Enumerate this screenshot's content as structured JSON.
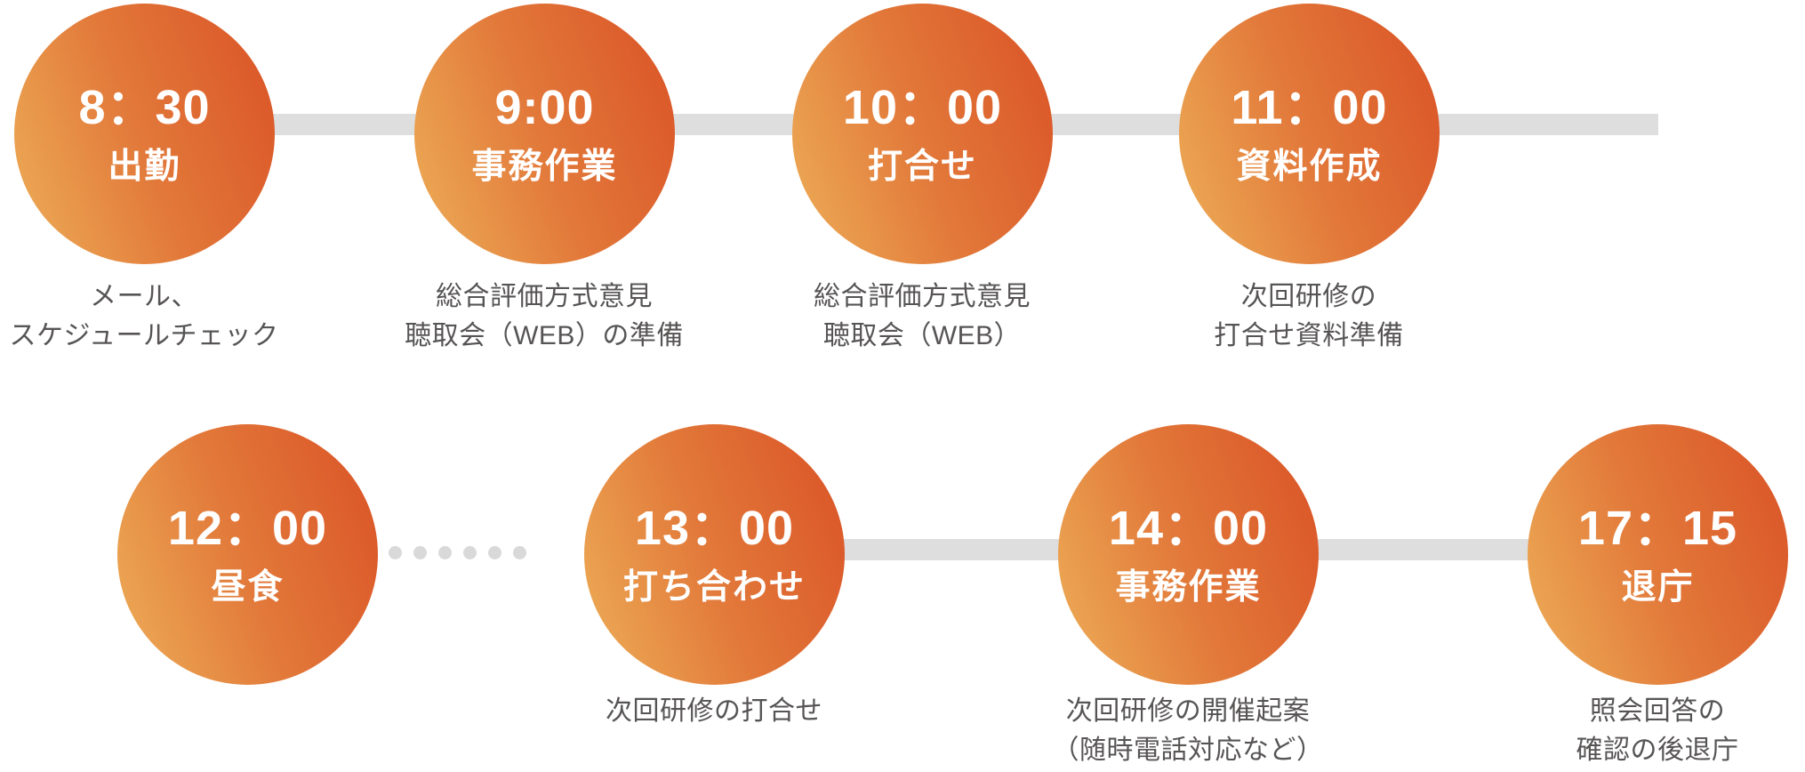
{
  "palette": {
    "circle_gradient_light": "#edaf58",
    "circle_gradient_mid": "#e2793a",
    "circle_gradient_dark": "#da5226",
    "circle_text": "#ffffff",
    "caption_text": "#575454",
    "connector_bar": "#dedede",
    "dot": "#d9d9d9",
    "background": "#ffffff"
  },
  "timeline": {
    "rows": [
      {
        "nodes": [
          {
            "time": "8：30",
            "label": "出勤",
            "caption": [
              "メール、",
              "スケジュールチェック"
            ]
          },
          {
            "time": "9:00",
            "label": "事務作業",
            "caption": [
              "総合評価方式意見",
              "聴取会（WEB）の準備"
            ]
          },
          {
            "time": "10：00",
            "label": "打合せ",
            "caption": [
              "総合評価方式意見",
              "聴取会（WEB）"
            ]
          },
          {
            "time": "11：00",
            "label": "資料作成",
            "caption": [
              "次回研修の",
              "打合せ資料準備"
            ]
          }
        ]
      },
      {
        "nodes": [
          {
            "time": "12：00",
            "label": "昼食",
            "caption": []
          },
          {
            "time": "13：00",
            "label": "打ち合わせ",
            "caption": [
              "次回研修の打合せ"
            ]
          },
          {
            "time": "14：00",
            "label": "事務作業",
            "caption": [
              "次回研修の開催起案",
              "（随時電話対応など）"
            ]
          },
          {
            "time": "17：15",
            "label": "退庁",
            "caption": [
              "照会回答の",
              "確認の後退庁"
            ]
          }
        ]
      }
    ]
  }
}
